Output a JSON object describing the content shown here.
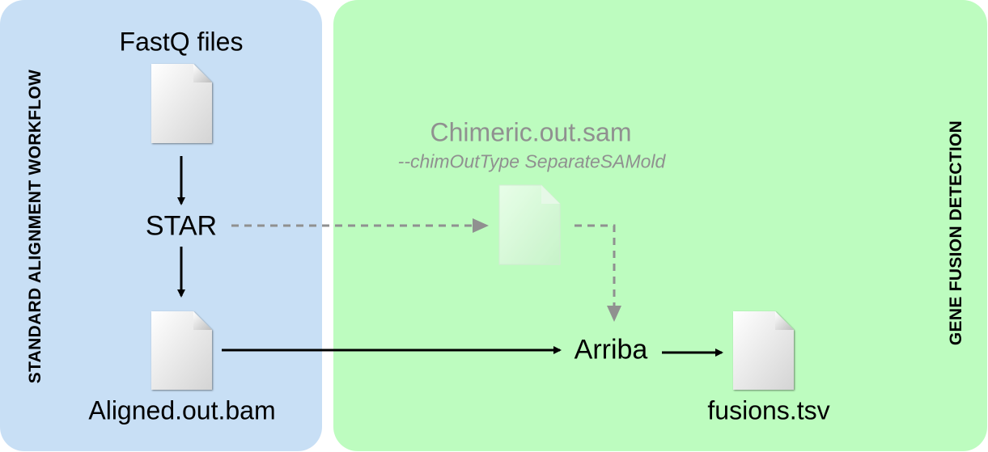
{
  "sections": {
    "left_title": "STANDARD ALIGNMENT WORKFLOW",
    "right_title": "GENE FUSION DETECTION"
  },
  "nodes": {
    "fastq": "FastQ files",
    "star": "STAR",
    "aligned": "Aligned.out.bam",
    "chimeric": "Chimeric.out.sam",
    "chimeric_option": "--chimOutType SeparateSAMold",
    "arriba": "Arriba",
    "fusions": "fusions.tsv"
  },
  "colors": {
    "left_panel": "#c8dff5",
    "right_panel": "#bdfcbf",
    "arrow": "#000000",
    "optional_arrow": "#909090",
    "optional_text": "#909090"
  }
}
